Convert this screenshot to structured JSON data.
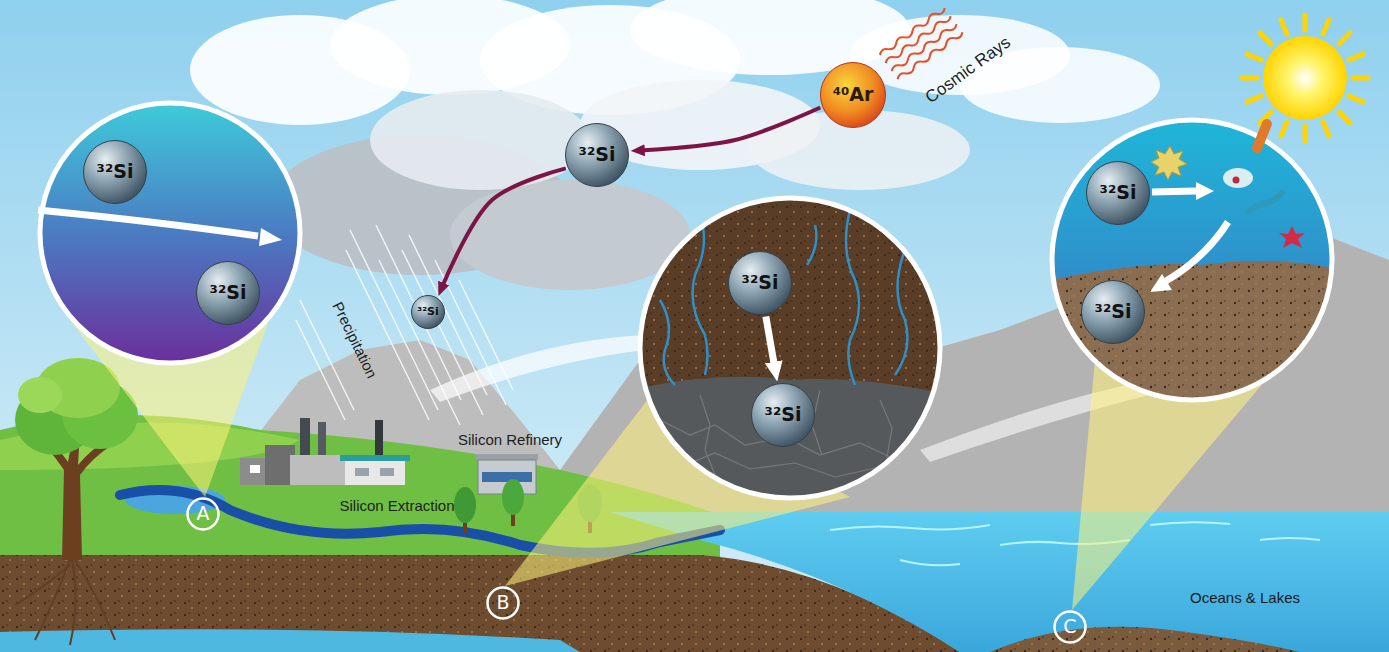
{
  "diagram": {
    "nodes": [
      {
        "text": [
          "⁴⁰Ar"
        ]
      },
      {
        "text": [
          "³²Si"
        ]
      },
      {
        "text": [
          "³²Si"
        ]
      },
      {
        "text": [
          "³²Si"
        ]
      },
      {
        "text": [
          "³²Si"
        ]
      },
      {
        "text": [
          "³²Si"
        ]
      },
      {
        "text": [
          "³²Si"
        ]
      },
      {
        "text": [
          "³²Si"
        ]
      },
      {
        "text": [
          "³²Si"
        ]
      },
      {
        "text": [
          "A"
        ]
      },
      {
        "text": [
          "B"
        ]
      },
      {
        "text": [
          "C"
        ]
      }
    ],
    "edges": [
      {
        "from": 0,
        "to": 1,
        "arrow": "to"
      },
      {
        "from": 1,
        "to": 4,
        "arrow": "to"
      },
      {
        "from": 5,
        "to": 6,
        "arrow": "to"
      }
    ],
    "labels": [
      "Cosmic Rays",
      "Precipitation",
      "Silicon Extraction",
      "Silicon Refinery",
      "Oceans & Lakes"
    ]
  }
}
